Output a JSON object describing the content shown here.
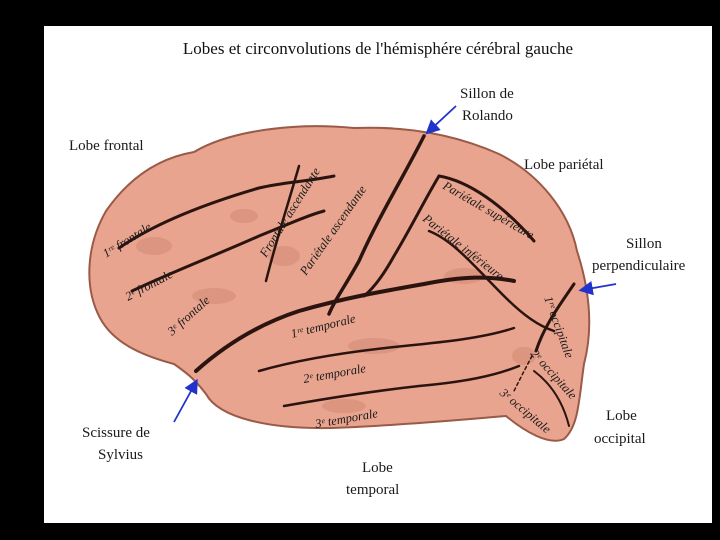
{
  "title": "Lobes et circonvolutions de l'hémisphére cérébral gauche",
  "labels": {
    "lobe_frontal": "Lobe frontal",
    "sillon_rolando_1": "Sillon de",
    "sillon_rolando_2": "Rolando",
    "lobe_parietal": "Lobe pariétal",
    "sillon_perp_1": "Sillon",
    "sillon_perp_2": "perpendiculaire",
    "lobe_occipital_1": "Lobe",
    "lobe_occipital_2": "occipital",
    "lobe_temporal_1": "Lobe",
    "lobe_temporal_2": "temporal",
    "scissure_1": "Scissure de",
    "scissure_2": "Sylvius"
  },
  "gyri": {
    "f1": "1ʳᵉ frontale",
    "f2": "2ᵉ frontale",
    "f3": "3ᵉ frontale",
    "front_asc": "Frontale ascendante",
    "par_asc": "Pariétale ascendante",
    "par_sup": "Pariétale supérieure",
    "par_inf": "Pariétale inférieure",
    "t1": "1ʳᵉ temporale",
    "t2": "2ᵉ temporale",
    "t3": "3ᵉ temporale",
    "o1": "1ʳᵉ occipitale",
    "o2": "2ᵉ occipitale",
    "o3": "3ᵉ occipitale"
  },
  "colors": {
    "brain_fill": "#e8a48e",
    "brain_shade": "#c97f6b",
    "sulcus": "#2b1410",
    "arrow": "#2233cc"
  }
}
